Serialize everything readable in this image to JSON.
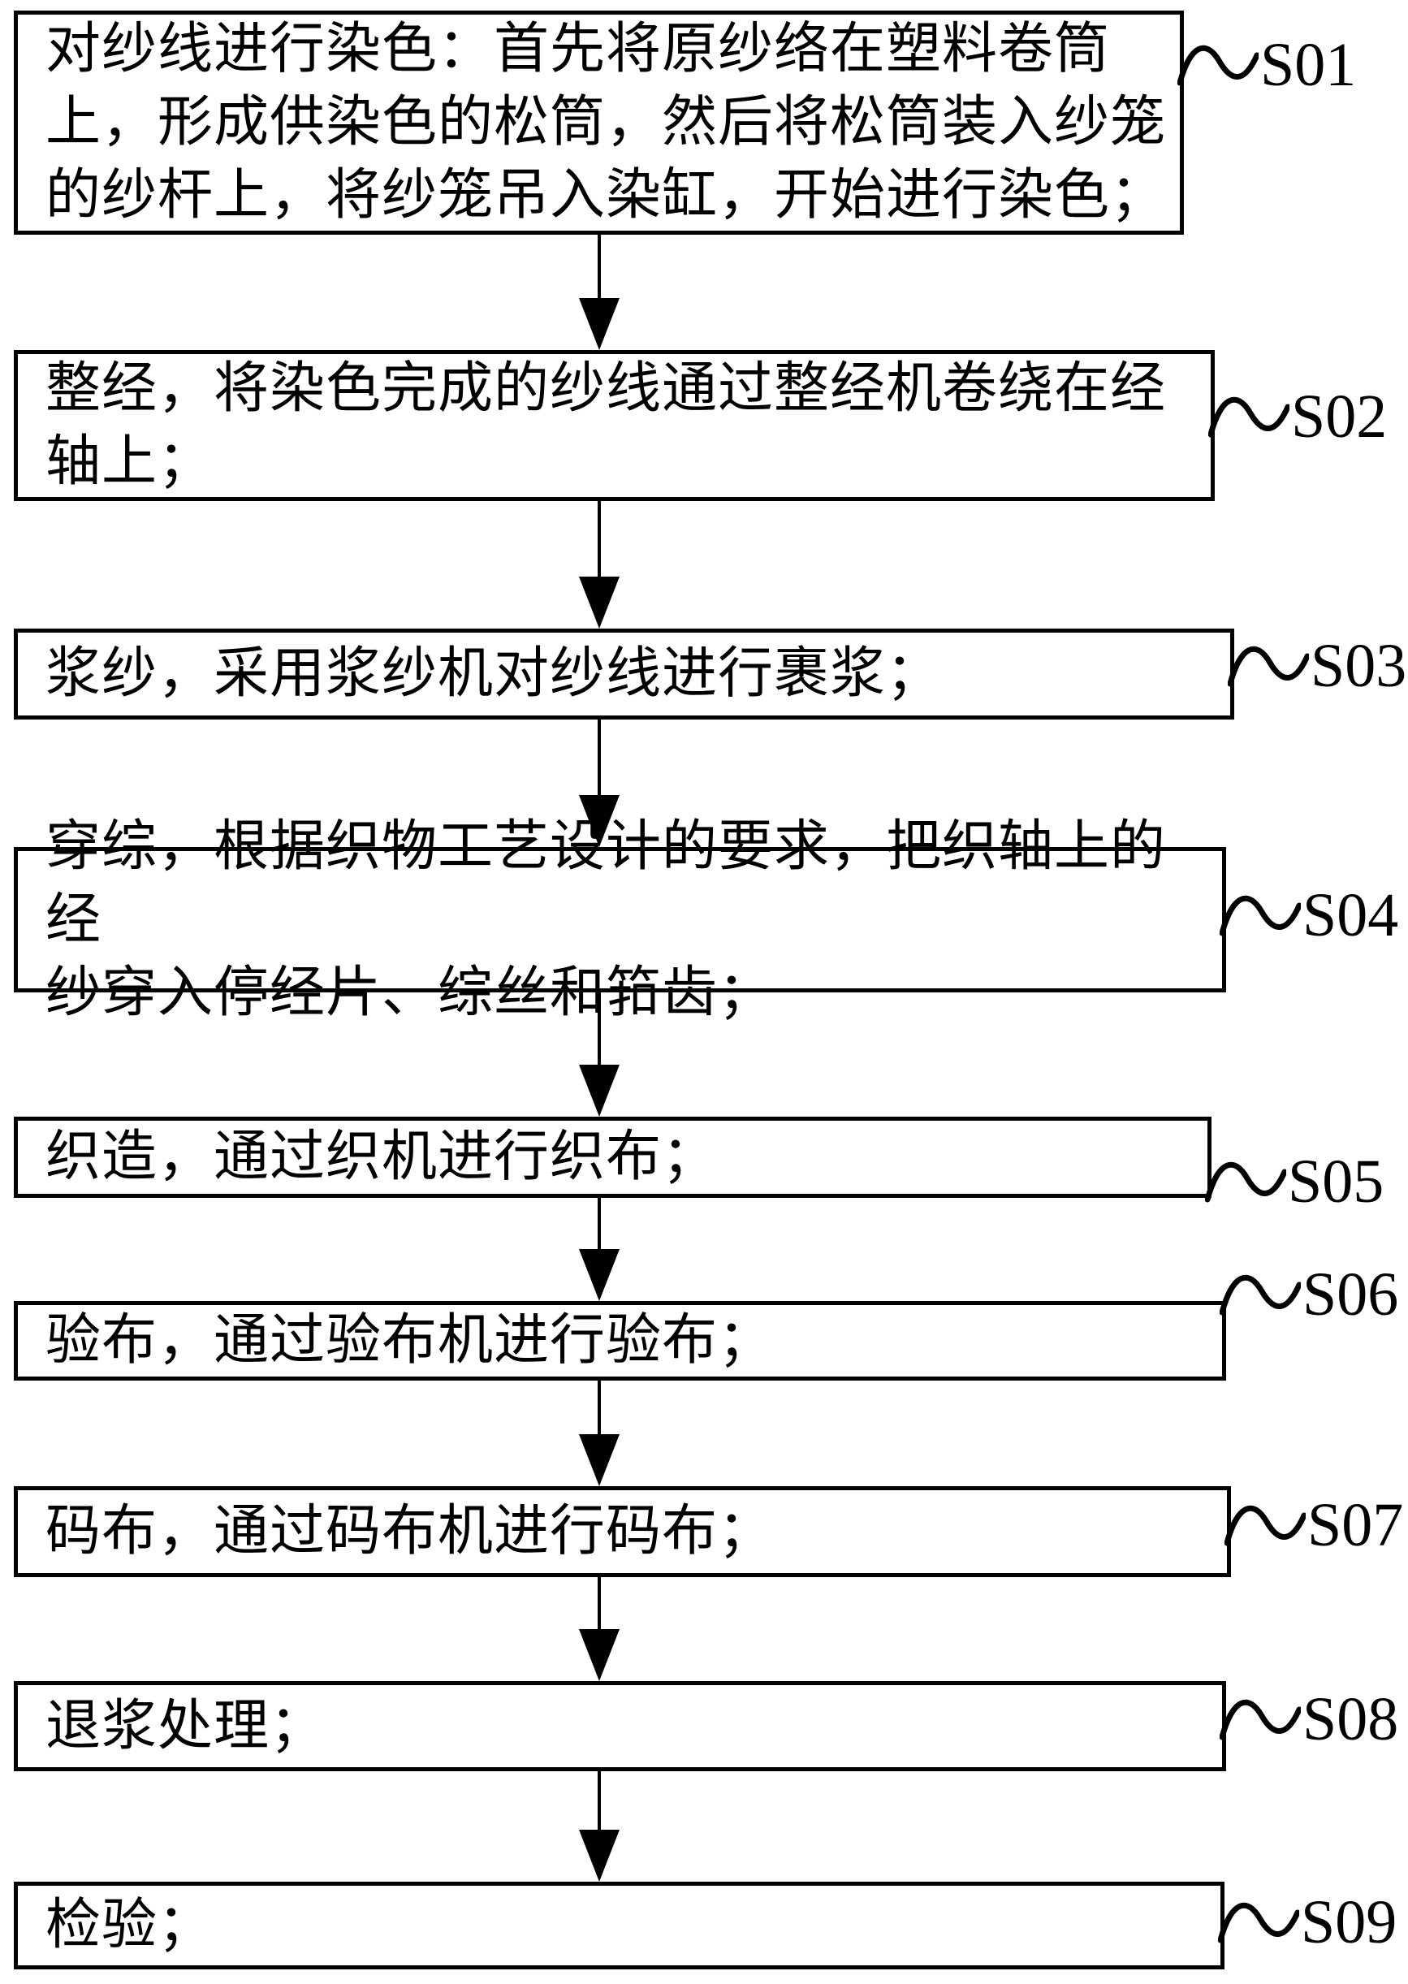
{
  "colors": {
    "ink": "#000000",
    "paper": "#ffffff"
  },
  "steps": [
    {
      "label": "S01",
      "text": "对纱线进行染色：首先将原纱络在塑料卷筒\n上，形成供染色的松筒，然后将松筒装入纱笼\n的纱杆上，将纱笼吊入染缸，开始进行染色；"
    },
    {
      "label": "S02",
      "text": "整经，将染色完成的纱线通过整经机卷绕在经\n轴上；"
    },
    {
      "label": "S03",
      "text": "浆纱，采用浆纱机对纱线进行裹浆；"
    },
    {
      "label": "S04",
      "text": "穿综，根据织物工艺设计的要求，把织轴上的经\n纱穿入停经片、综丝和筘齿；"
    },
    {
      "label": "S05",
      "text": "织造，通过织机进行织布；"
    },
    {
      "label": "S06",
      "text": "验布，通过验布机进行验布；"
    },
    {
      "label": "S07",
      "text": "码布，通过码布机进行码布；"
    },
    {
      "label": "S08",
      "text": "退浆处理；"
    },
    {
      "label": "S09",
      "text": "检验；"
    }
  ]
}
